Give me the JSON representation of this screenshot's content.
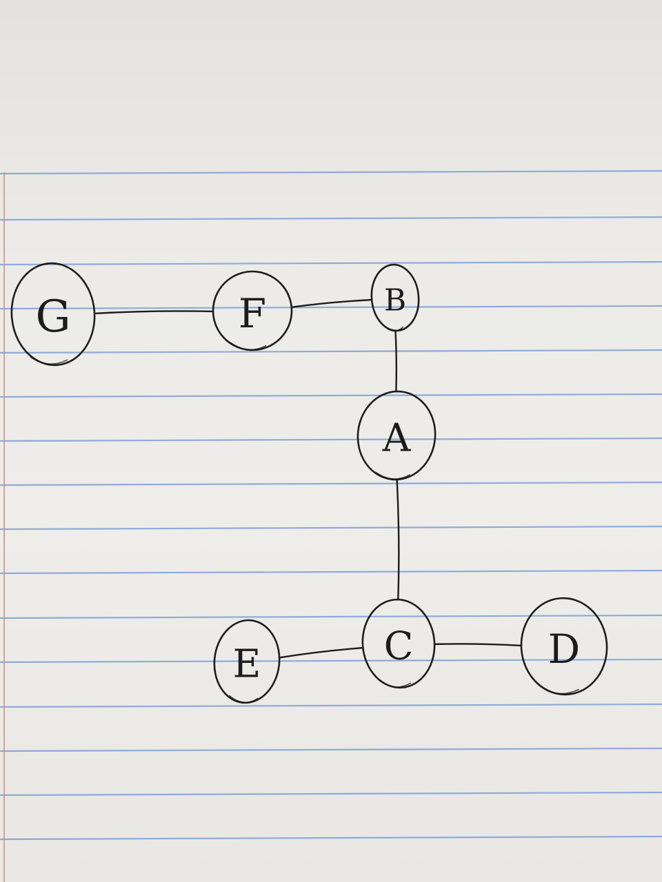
{
  "diagram": {
    "nodes": [
      {
        "id": "G",
        "label": "G"
      },
      {
        "id": "F",
        "label": "F"
      },
      {
        "id": "B",
        "label": "B"
      },
      {
        "id": "A",
        "label": "A"
      },
      {
        "id": "C",
        "label": "C"
      },
      {
        "id": "E",
        "label": "E"
      },
      {
        "id": "D",
        "label": "D"
      }
    ],
    "edges": [
      {
        "from": "G",
        "to": "F"
      },
      {
        "from": "F",
        "to": "B"
      },
      {
        "from": "B",
        "to": "A"
      },
      {
        "from": "A",
        "to": "C"
      },
      {
        "from": "E",
        "to": "C"
      },
      {
        "from": "C",
        "to": "D"
      }
    ]
  },
  "colors": {
    "ink": "#1c1c1c",
    "rule_line": "#7f9fd6",
    "margin_line": "#d98a8a",
    "paper": "#ecebe8"
  }
}
